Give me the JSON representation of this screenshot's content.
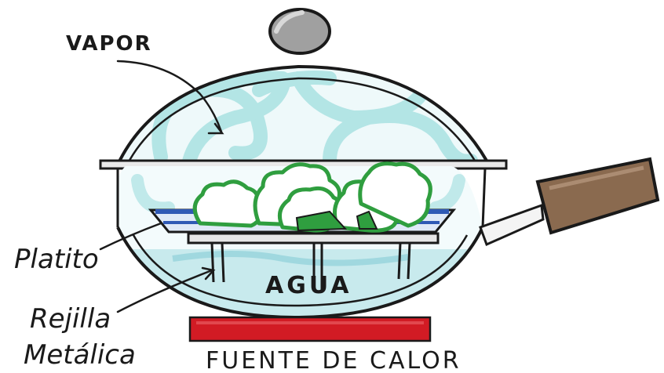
{
  "labels": {
    "steam": "VAPOR",
    "water": "AGUA",
    "plate": "Platito",
    "rack_line1": "Rejilla",
    "rack_line2": "Metálica",
    "heat_source": "FUENTE DE CALOR"
  },
  "colors": {
    "outline": "#1a1a1a",
    "steam": "#9fdede",
    "water": "#bfe6ea",
    "plate": "#2f59b5",
    "broccoli": "#2f9e3f",
    "handle": "#8a6a4f",
    "knob": "#9a9a9a",
    "heat": "#d21b24",
    "rack": "#e6e6e6"
  },
  "icons": {
    "pot": "wok-pot-icon",
    "lid_knob": "lid-knob-icon",
    "handle": "wooden-handle-icon",
    "food": "broccoli-icon",
    "heat": "burner-icon"
  }
}
